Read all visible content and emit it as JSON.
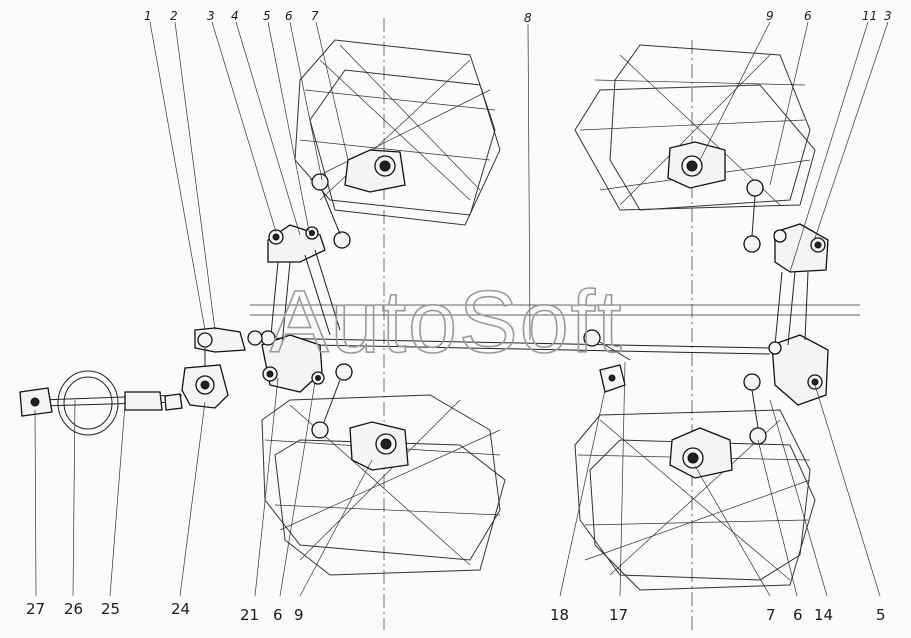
{
  "watermark": "AutoSoft",
  "top_labels": [
    "1",
    "2",
    "3",
    "4",
    "5",
    "6",
    "7",
    "8",
    "9",
    "6",
    "11",
    "3"
  ],
  "bottom_labels": [
    "27",
    "26",
    "25",
    "24",
    "21",
    "6",
    "9",
    "18",
    "17",
    "7",
    "6",
    "14",
    "5"
  ],
  "colors": {
    "ink": "#1a1a1a",
    "watermark": "#9a9a9a",
    "paper": "#fbfbfa"
  }
}
